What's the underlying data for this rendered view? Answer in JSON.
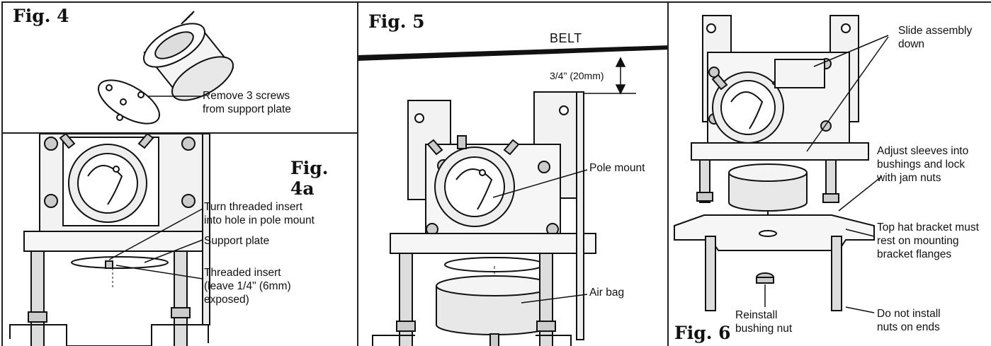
{
  "fig4": {
    "title": "Fig. 4",
    "callout_remove": [
      "Remove 3 screws",
      "from support plate"
    ]
  },
  "fig4a": {
    "title": "Fig. 4a",
    "callout_turn": [
      "Turn threaded insert",
      "into hole in pole mount"
    ],
    "callout_support": "Support plate",
    "callout_insert": [
      "Threaded insert",
      "(leave 1/4\" (6mm)",
      "exposed)"
    ]
  },
  "fig5": {
    "title": "Fig. 5",
    "belt_label": "BELT",
    "gap_label": "3/4\" (20mm)",
    "callout_pole": "Pole mount",
    "callout_airbag": "Air bag"
  },
  "fig6": {
    "title": "Fig. 6",
    "callout_slide": [
      "Slide assembly",
      "down"
    ],
    "callout_adjust": [
      "Adjust sleeves into",
      "bushings and lock",
      "with jam nuts"
    ],
    "callout_tophat": [
      "Top hat bracket must",
      "rest on mounting",
      "bracket flanges"
    ],
    "callout_reinstall": [
      "Reinstall",
      "bushing nut"
    ],
    "callout_donot": [
      "Do not install",
      "nuts on ends"
    ]
  }
}
